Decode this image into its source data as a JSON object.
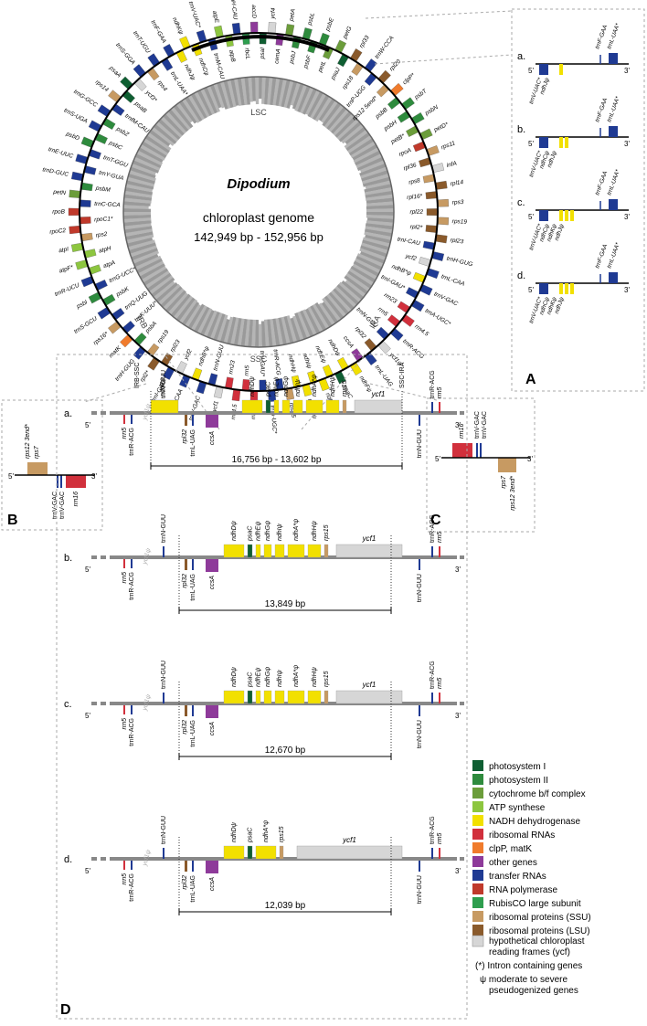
{
  "map": {
    "title": "Dipodium",
    "subtitle": "chloroplast genome",
    "size_range": "142,949 bp - 152,956 bp",
    "lsc": "LSC",
    "ssc": "SSC",
    "ira": "IRA",
    "irb": "IRB",
    "gene_labels": [
      {
        "text": "trnH-CAU",
        "c": "#1f3a93"
      },
      {
        "text": "rbcL",
        "c": "#2e9e4e"
      },
      {
        "text": "accD",
        "c": "#8e3a9a"
      },
      {
        "text": "psaI",
        "c": "#0f5e32"
      },
      {
        "text": "ycf4",
        "c": "#d6d6d6"
      },
      {
        "text": "cemA",
        "c": "#8e3a9a"
      },
      {
        "text": "petA",
        "c": "#6b9d3a"
      },
      {
        "text": "psbJ",
        "c": "#2e8b3d"
      },
      {
        "text": "psbL",
        "c": "#2e8b3d"
      },
      {
        "text": "psbF",
        "c": "#2e8b3d"
      },
      {
        "text": "psbE",
        "c": "#2e8b3d"
      },
      {
        "text": "petL",
        "c": "#6b9d3a"
      },
      {
        "text": "petG",
        "c": "#6b9d3a"
      },
      {
        "text": "psaJ",
        "c": "#0f5e32"
      },
      {
        "text": "rpl33",
        "c": "#8a5a2b"
      },
      {
        "text": "rps18",
        "c": "#c79a62"
      },
      {
        "text": "trnW-CCA",
        "c": "#1f3a93"
      },
      {
        "text": "trnP-UGG",
        "c": "#1f3a93"
      },
      {
        "text": "rpl20",
        "c": "#8a5a2b"
      },
      {
        "text": "rps12 5end*",
        "c": "#c79a62"
      },
      {
        "text": "clpP*",
        "c": "#f07b2c"
      },
      {
        "text": "psbB",
        "c": "#2e8b3d"
      },
      {
        "text": "psbT",
        "c": "#2e8b3d"
      },
      {
        "text": "psbH",
        "c": "#2e8b3d"
      },
      {
        "text": "psbN",
        "c": "#2e8b3d"
      },
      {
        "text": "petB*",
        "c": "#6b9d3a"
      },
      {
        "text": "petD*",
        "c": "#6b9d3a"
      },
      {
        "text": "rpoA",
        "c": "#c0392b"
      },
      {
        "text": "rps11",
        "c": "#c79a62"
      },
      {
        "text": "rpl36",
        "c": "#8a5a2b"
      },
      {
        "text": "infA",
        "c": "#d6d6d6"
      },
      {
        "text": "rps8",
        "c": "#c79a62"
      },
      {
        "text": "rpl14",
        "c": "#8a5a2b"
      },
      {
        "text": "rpl16*",
        "c": "#8a5a2b"
      },
      {
        "text": "rps3",
        "c": "#c79a62"
      },
      {
        "text": "rpl22",
        "c": "#8a5a2b"
      },
      {
        "text": "rps19",
        "c": "#c79a62"
      },
      {
        "text": "rpl2*",
        "c": "#8a5a2b"
      },
      {
        "text": "rpl23",
        "c": "#8a5a2b"
      },
      {
        "text": "trnI-CAU",
        "c": "#1f3a93"
      },
      {
        "text": "trnH-GUG",
        "c": "#1f3a93"
      },
      {
        "text": "ycf2",
        "c": "#d6d6d6"
      },
      {
        "text": "trnL-CAA",
        "c": "#1f3a93"
      },
      {
        "text": "ndhB*ψ",
        "c": "#f2e000"
      },
      {
        "text": "trnV-GAC",
        "c": "#1f3a93"
      },
      {
        "text": "trnI-GAU*",
        "c": "#1f3a93"
      },
      {
        "text": "trnA-UGC*",
        "c": "#1f3a93"
      },
      {
        "text": "rrn23",
        "c": "#d1303c"
      },
      {
        "text": "rrn4.5",
        "c": "#d1303c"
      },
      {
        "text": "rrn5",
        "c": "#d1303c"
      },
      {
        "text": "trnR-ACG",
        "c": "#1f3a93"
      },
      {
        "text": "trnN-GUU",
        "c": "#1f3a93"
      },
      {
        "text": "ycf1ψ",
        "c": "#d6d6d6"
      },
      {
        "text": "rpl32",
        "c": "#8a5a2b"
      },
      {
        "text": "trnL-UAG",
        "c": "#1f3a93"
      },
      {
        "text": "ccsA",
        "c": "#8e3a9a"
      },
      {
        "text": "ndhFψ",
        "c": "#f2e000"
      },
      {
        "text": "ndhDψ",
        "c": "#f2e000"
      },
      {
        "text": "psaC",
        "c": "#0f5e32"
      },
      {
        "text": "ndhEψ",
        "c": "#f2e000"
      },
      {
        "text": "ndhGψ",
        "c": "#f2e000"
      },
      {
        "text": "ndhIψ",
        "c": "#f2e000"
      },
      {
        "text": "ndhA*ψ",
        "c": "#f2e000"
      },
      {
        "text": "ndhHψ",
        "c": "#f2e000"
      },
      {
        "text": "rps15",
        "c": "#c79a62"
      },
      {
        "text": "trnR-ACG",
        "c": "#1f3a93"
      },
      {
        "text": "trnA-UGC*",
        "c": "#1f3a93"
      },
      {
        "text": "trnI-GAU*",
        "c": "#1f3a93"
      },
      {
        "text": "rrn16",
        "c": "#d1303c"
      },
      {
        "text": "rrn5",
        "c": "#d1303c"
      },
      {
        "text": "rrn4.5",
        "c": "#d1303c"
      },
      {
        "text": "rrn23",
        "c": "#d1303c"
      },
      {
        "text": "ycf1",
        "c": "#d6d6d6"
      },
      {
        "text": "trnN-GUU",
        "c": "#1f3a93"
      },
      {
        "text": "trnV-GAC",
        "c": "#1f3a93"
      },
      {
        "text": "ndhB*ψ",
        "c": "#f2e000"
      },
      {
        "text": "trnL-CAA",
        "c": "#1f3a93"
      },
      {
        "text": "ycf2",
        "c": "#d6d6d6"
      },
      {
        "text": "trnI-CAU",
        "c": "#1f3a93"
      },
      {
        "text": "rpl23",
        "c": "#8a5a2b"
      },
      {
        "text": "rpl2*",
        "c": "#8a5a2b"
      },
      {
        "text": "rps19",
        "c": "#c79a62"
      },
      {
        "text": "trnH-GUG",
        "c": "#1f3a93"
      },
      {
        "text": "psbA",
        "c": "#2e8b3d"
      },
      {
        "text": "matK",
        "c": "#f07b2c"
      },
      {
        "text": "trnK-UUU*",
        "c": "#1f3a93"
      },
      {
        "text": "rps16*",
        "c": "#c79a62"
      },
      {
        "text": "trnQ-UUG",
        "c": "#1f3a93"
      },
      {
        "text": "trnS-GCU",
        "c": "#1f3a93"
      },
      {
        "text": "psbK",
        "c": "#2e8b3d"
      },
      {
        "text": "psbI",
        "c": "#2e8b3d"
      },
      {
        "text": "trnG-UCC*",
        "c": "#1f3a93"
      },
      {
        "text": "trnR-UCU",
        "c": "#1f3a93"
      },
      {
        "text": "atpA",
        "c": "#8dc63f"
      },
      {
        "text": "atpF*",
        "c": "#8dc63f"
      },
      {
        "text": "atpH",
        "c": "#8dc63f"
      },
      {
        "text": "atpI",
        "c": "#8dc63f"
      },
      {
        "text": "rps2",
        "c": "#c79a62"
      },
      {
        "text": "rpoC2",
        "c": "#c0392b"
      },
      {
        "text": "rpoC1*",
        "c": "#c0392b"
      },
      {
        "text": "rpoB",
        "c": "#c0392b"
      },
      {
        "text": "trnC-GCA",
        "c": "#1f3a93"
      },
      {
        "text": "petN",
        "c": "#6b9d3a"
      },
      {
        "text": "psbM",
        "c": "#2e8b3d"
      },
      {
        "text": "trnD-GUC",
        "c": "#1f3a93"
      },
      {
        "text": "trnY-GUA",
        "c": "#1f3a93"
      },
      {
        "text": "trnE-UUC",
        "c": "#1f3a93"
      },
      {
        "text": "trnT-GGU",
        "c": "#1f3a93"
      },
      {
        "text": "psbD",
        "c": "#2e8b3d"
      },
      {
        "text": "psbC",
        "c": "#2e8b3d"
      },
      {
        "text": "trnS-UGA",
        "c": "#1f3a93"
      },
      {
        "text": "psbZ",
        "c": "#2e8b3d"
      },
      {
        "text": "trnG-GCC",
        "c": "#1f3a93"
      },
      {
        "text": "trnfM-CAU",
        "c": "#1f3a93"
      },
      {
        "text": "rps14",
        "c": "#c79a62"
      },
      {
        "text": "psaB",
        "c": "#0f5e32"
      },
      {
        "text": "psaA",
        "c": "#0f5e32"
      },
      {
        "text": "ycf3*",
        "c": "#d6d6d6"
      },
      {
        "text": "trnS-GGA",
        "c": "#1f3a93"
      },
      {
        "text": "rps4",
        "c": "#c79a62"
      },
      {
        "text": "trnT-UGU",
        "c": "#1f3a93"
      },
      {
        "text": "trnL-UAA*",
        "c": "#1f3a93"
      },
      {
        "text": "trnF-GAA",
        "c": "#1f3a93"
      },
      {
        "text": "ndhJψ",
        "c": "#f2e000"
      },
      {
        "text": "ndhKψ",
        "c": "#f2e000"
      },
      {
        "text": "ndhCψ",
        "c": "#f2e000"
      },
      {
        "text": "trnV-UAC*",
        "c": "#1f3a93"
      },
      {
        "text": "trnM-CAU",
        "c": "#1f3a93"
      },
      {
        "text": "atpE",
        "c": "#8dc63f"
      },
      {
        "text": "atpB",
        "c": "#8dc63f"
      }
    ]
  },
  "panel_a": {
    "label": "A",
    "rows": [
      {
        "id": "a.",
        "genes": [
          "trnV-UAC*",
          "ndhJψ",
          "trnF-GAA",
          "trnL-UAA*"
        ]
      },
      {
        "id": "b.",
        "genes": [
          "trnV-UAC*",
          "ndhCψ",
          "ndhJψ",
          "trnF-GAA",
          "trnL-UAA*"
        ]
      },
      {
        "id": "c.",
        "genes": [
          "trnV-UAC*",
          "ndhCψ",
          "ndhKψ",
          "ndhJψ",
          "trnF-GAA",
          "trnL-UAA*"
        ]
      },
      {
        "id": "d.",
        "genes": [
          "trnV-UAC*",
          "ndhCψ",
          "ndhKψ",
          "ndhJψ",
          "trnF-GAA",
          "trnL-UAA*"
        ]
      }
    ],
    "five_prime": "5'",
    "three_prime": "3'"
  },
  "panel_b": {
    "label": "B",
    "top": [
      "rps12 3end*",
      "rps7"
    ],
    "bottom": [
      "trnV-GAC",
      "trnV-GAC",
      "rrn16"
    ]
  },
  "panel_c": {
    "label": "C",
    "top": [
      "rrn16",
      "trnV-GAC",
      "trnV-GAC"
    ],
    "bottom": [
      "rps7",
      "rps12 3end*"
    ]
  },
  "panel_d": {
    "label": "D",
    "junction_labels": [
      "IRB-SSC",
      "SSC-IRA"
    ],
    "rows": [
      {
        "id": "a.",
        "span": "16,756 bp - 13,602 bp"
      },
      {
        "id": "b.",
        "span": "13,849 bp"
      },
      {
        "id": "c.",
        "span": "12,670 bp"
      },
      {
        "id": "d.",
        "span": "12,039 bp"
      }
    ],
    "genes": {
      "trnN_GUU": "trnN-GUU",
      "rrn5": "rrn5",
      "trnR_ACG": "trnR-ACG",
      "ycf1psi": "ycf1ψ",
      "ndhF": "ndhFψ",
      "rpl32": "rpl32",
      "trnL_UAG": "trnL-UAG",
      "ccsA": "ccsA",
      "ndhD": "ndhDψ",
      "psaC": "psaC",
      "ndhE": "ndhEψ",
      "ndhG": "ndhGψ",
      "ndhI": "ndhIψ",
      "ndhA": "ndhA*ψ",
      "ndhH": "ndhHψ",
      "rps15": "rps15",
      "ycf1": "ycf1"
    },
    "five_prime": "5'",
    "three_prime": "3'"
  },
  "legend": {
    "items": [
      {
        "label": "photosystem I",
        "color": "#0f5e32"
      },
      {
        "label": "photosystem II",
        "color": "#2e8b3d"
      },
      {
        "label": "cytochrome b/f complex",
        "color": "#6b9d3a"
      },
      {
        "label": "ATP synthese",
        "color": "#8dc63f"
      },
      {
        "label": "NADH dehydrogenase",
        "color": "#f2e000"
      },
      {
        "label": "ribosomal RNAs",
        "color": "#d1303c"
      },
      {
        "label": "clpP, matK",
        "color": "#f07b2c"
      },
      {
        "label": "other genes",
        "color": "#8e3a9a"
      },
      {
        "label": "transfer RNAs",
        "color": "#1f3a93"
      },
      {
        "label": "RNA polymerase",
        "color": "#c0392b"
      },
      {
        "label": "RubisCO large subunit",
        "color": "#2e9e4e"
      },
      {
        "label": "ribosomal proteins (SSU)",
        "color": "#c79a62"
      },
      {
        "label": "ribosomal proteins (LSU)",
        "color": "#8a5a2b"
      }
    ],
    "hypo_line1": "hypothetical chloroplast",
    "hypo_line2": "reading frames (ycf)",
    "hypo_color": "#d6d6d6",
    "intron_note": "(*) Intron containing genes",
    "pseudo_line1": "ψ moderate to severe",
    "pseudo_line2": "pseudogenized genes"
  }
}
